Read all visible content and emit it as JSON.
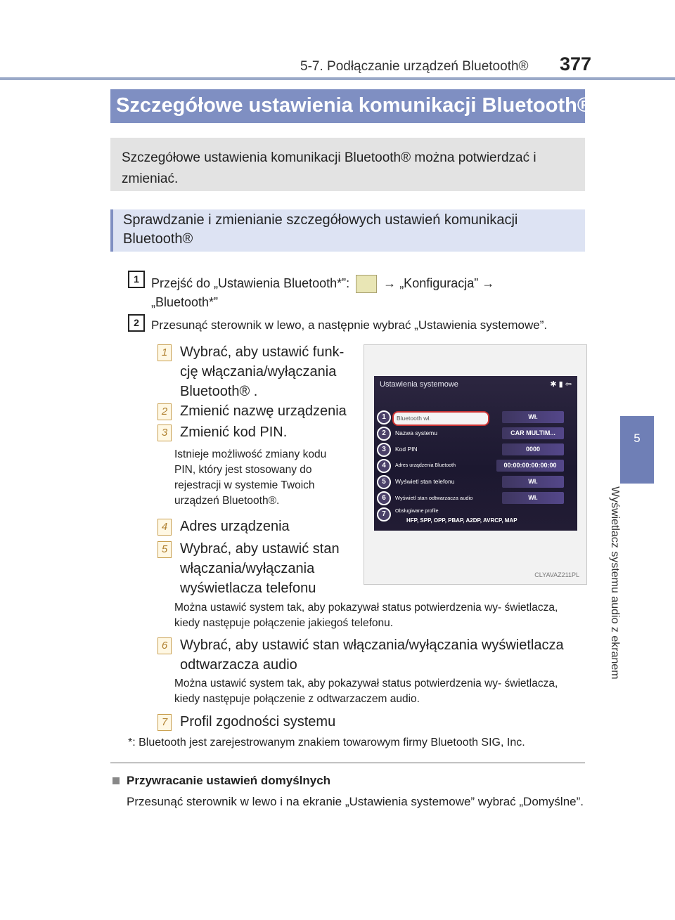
{
  "header": {
    "chapter": "5-7. Podłączanie urządzeń Bluetooth®",
    "page_number": "377"
  },
  "side_tab": {
    "number": "5",
    "caption": "Wyświetlacz systemu audio z ekranem"
  },
  "title": "Szczegółowe ustawienia komunikacji Bluetooth®",
  "intro": "Szczegółowe ustawienia komunikacji Bluetooth® można potwierdzać i zmieniać.",
  "section_heading": "Sprawdzanie i zmienianie szczegółowych ustawień komunikacji Bluetooth®",
  "steps": [
    {
      "num": "1",
      "text_a": "Przejść do „Ustawienia Bluetooth*”:",
      "arrow": "→",
      "text_b": "„Konfiguracja”",
      "text_c": "„Bluetooth*”"
    },
    {
      "num": "2",
      "text": "Przesunąć sterownik w lewo, a następnie wybrać „Ustawienia systemowe”."
    }
  ],
  "items": [
    {
      "num": "1",
      "text": "Wybrać, aby ustawić funk- cję włączania/wyłączania Bluetooth® ."
    },
    {
      "num": "2",
      "text": "Zmienić nazwę urządzenia"
    },
    {
      "num": "3",
      "text": "Zmienić kod PIN.",
      "note": "Istnieje możliwość zmiany kodu PIN, który jest stosowany do rejestracji w systemie Twoich urządzeń Bluetooth®."
    },
    {
      "num": "4",
      "text": "Adres urządzenia"
    },
    {
      "num": "5",
      "text": "Wybrać, aby ustawić stan włączania/wyłączania wyświetlacza telefonu",
      "note": "Można ustawić system tak, aby pokazywał status potwierdzenia wy- świetlacza, kiedy następuje połączenie jakiegoś telefonu."
    },
    {
      "num": "6",
      "text": "Wybrać, aby ustawić stan włączania/wyłączania wyświetlacza odtwarzacza audio",
      "note": "Można ustawić system tak, aby pokazywał status potwierdzenia wy- świetlacza, kiedy następuje połączenie z odtwarzaczem audio."
    },
    {
      "num": "7",
      "text": "Profil zgodności systemu"
    }
  ],
  "footnote": "*: Bluetooth jest zarejestrowanym znakiem towarowym firmy Bluetooth SIG, Inc.",
  "screen": {
    "title": "Ustawienia systemowe",
    "rows": [
      {
        "n": "1",
        "label": "Bluetooth wł.",
        "value": "Wł."
      },
      {
        "n": "2",
        "label": "Nazwa systemu",
        "value": "CAR MULTIM..."
      },
      {
        "n": "3",
        "label": "Kod PIN",
        "value": "0000"
      },
      {
        "n": "4",
        "label": "Adres urządzenia Bluetooth",
        "value": "00:00:00:00:00:00"
      },
      {
        "n": "5",
        "label": "Wyświetl stan telefonu",
        "value": "Wł."
      },
      {
        "n": "6",
        "label": "Wyświetl stan odtwarzacza audio",
        "value": "Wł."
      },
      {
        "n": "7",
        "label": "Obsługiwane profile",
        "value": "HFP, SPP, OPP, PBAP, A2DP, AVRCP, MAP"
      }
    ],
    "code": "CLYAVAZ211PL"
  },
  "restore": {
    "heading": "Przywracanie ustawień domyślnych",
    "text": "Przesunąć sterownik w lewo i na ekranie „Ustawienia systemowe” wybrać „Domyślne”."
  }
}
